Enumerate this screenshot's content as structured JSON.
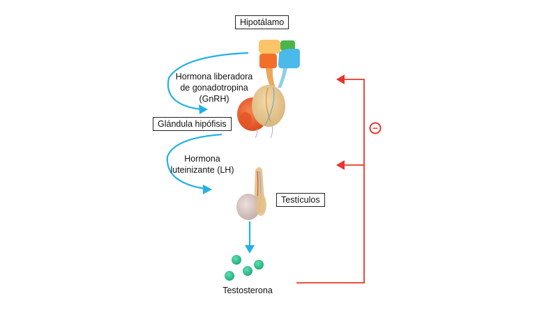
{
  "labels": {
    "hypothalamus": "Hipotálamo",
    "pituitary": "Glándula hipófisis",
    "testes": "Testículos",
    "gnrh": [
      "Hormona liberadora",
      "de gonadotropina",
      "(GnRH)"
    ],
    "lh": [
      "Hormona",
      "luteinizante (LH)"
    ],
    "testosterone": "Testosterona"
  },
  "feedback_symbol": "−",
  "colors": {
    "arrow": "#21b1e6",
    "feedback": "#e8342c",
    "hormone_dot": "#2dbe8a",
    "box_border": "#222222"
  }
}
